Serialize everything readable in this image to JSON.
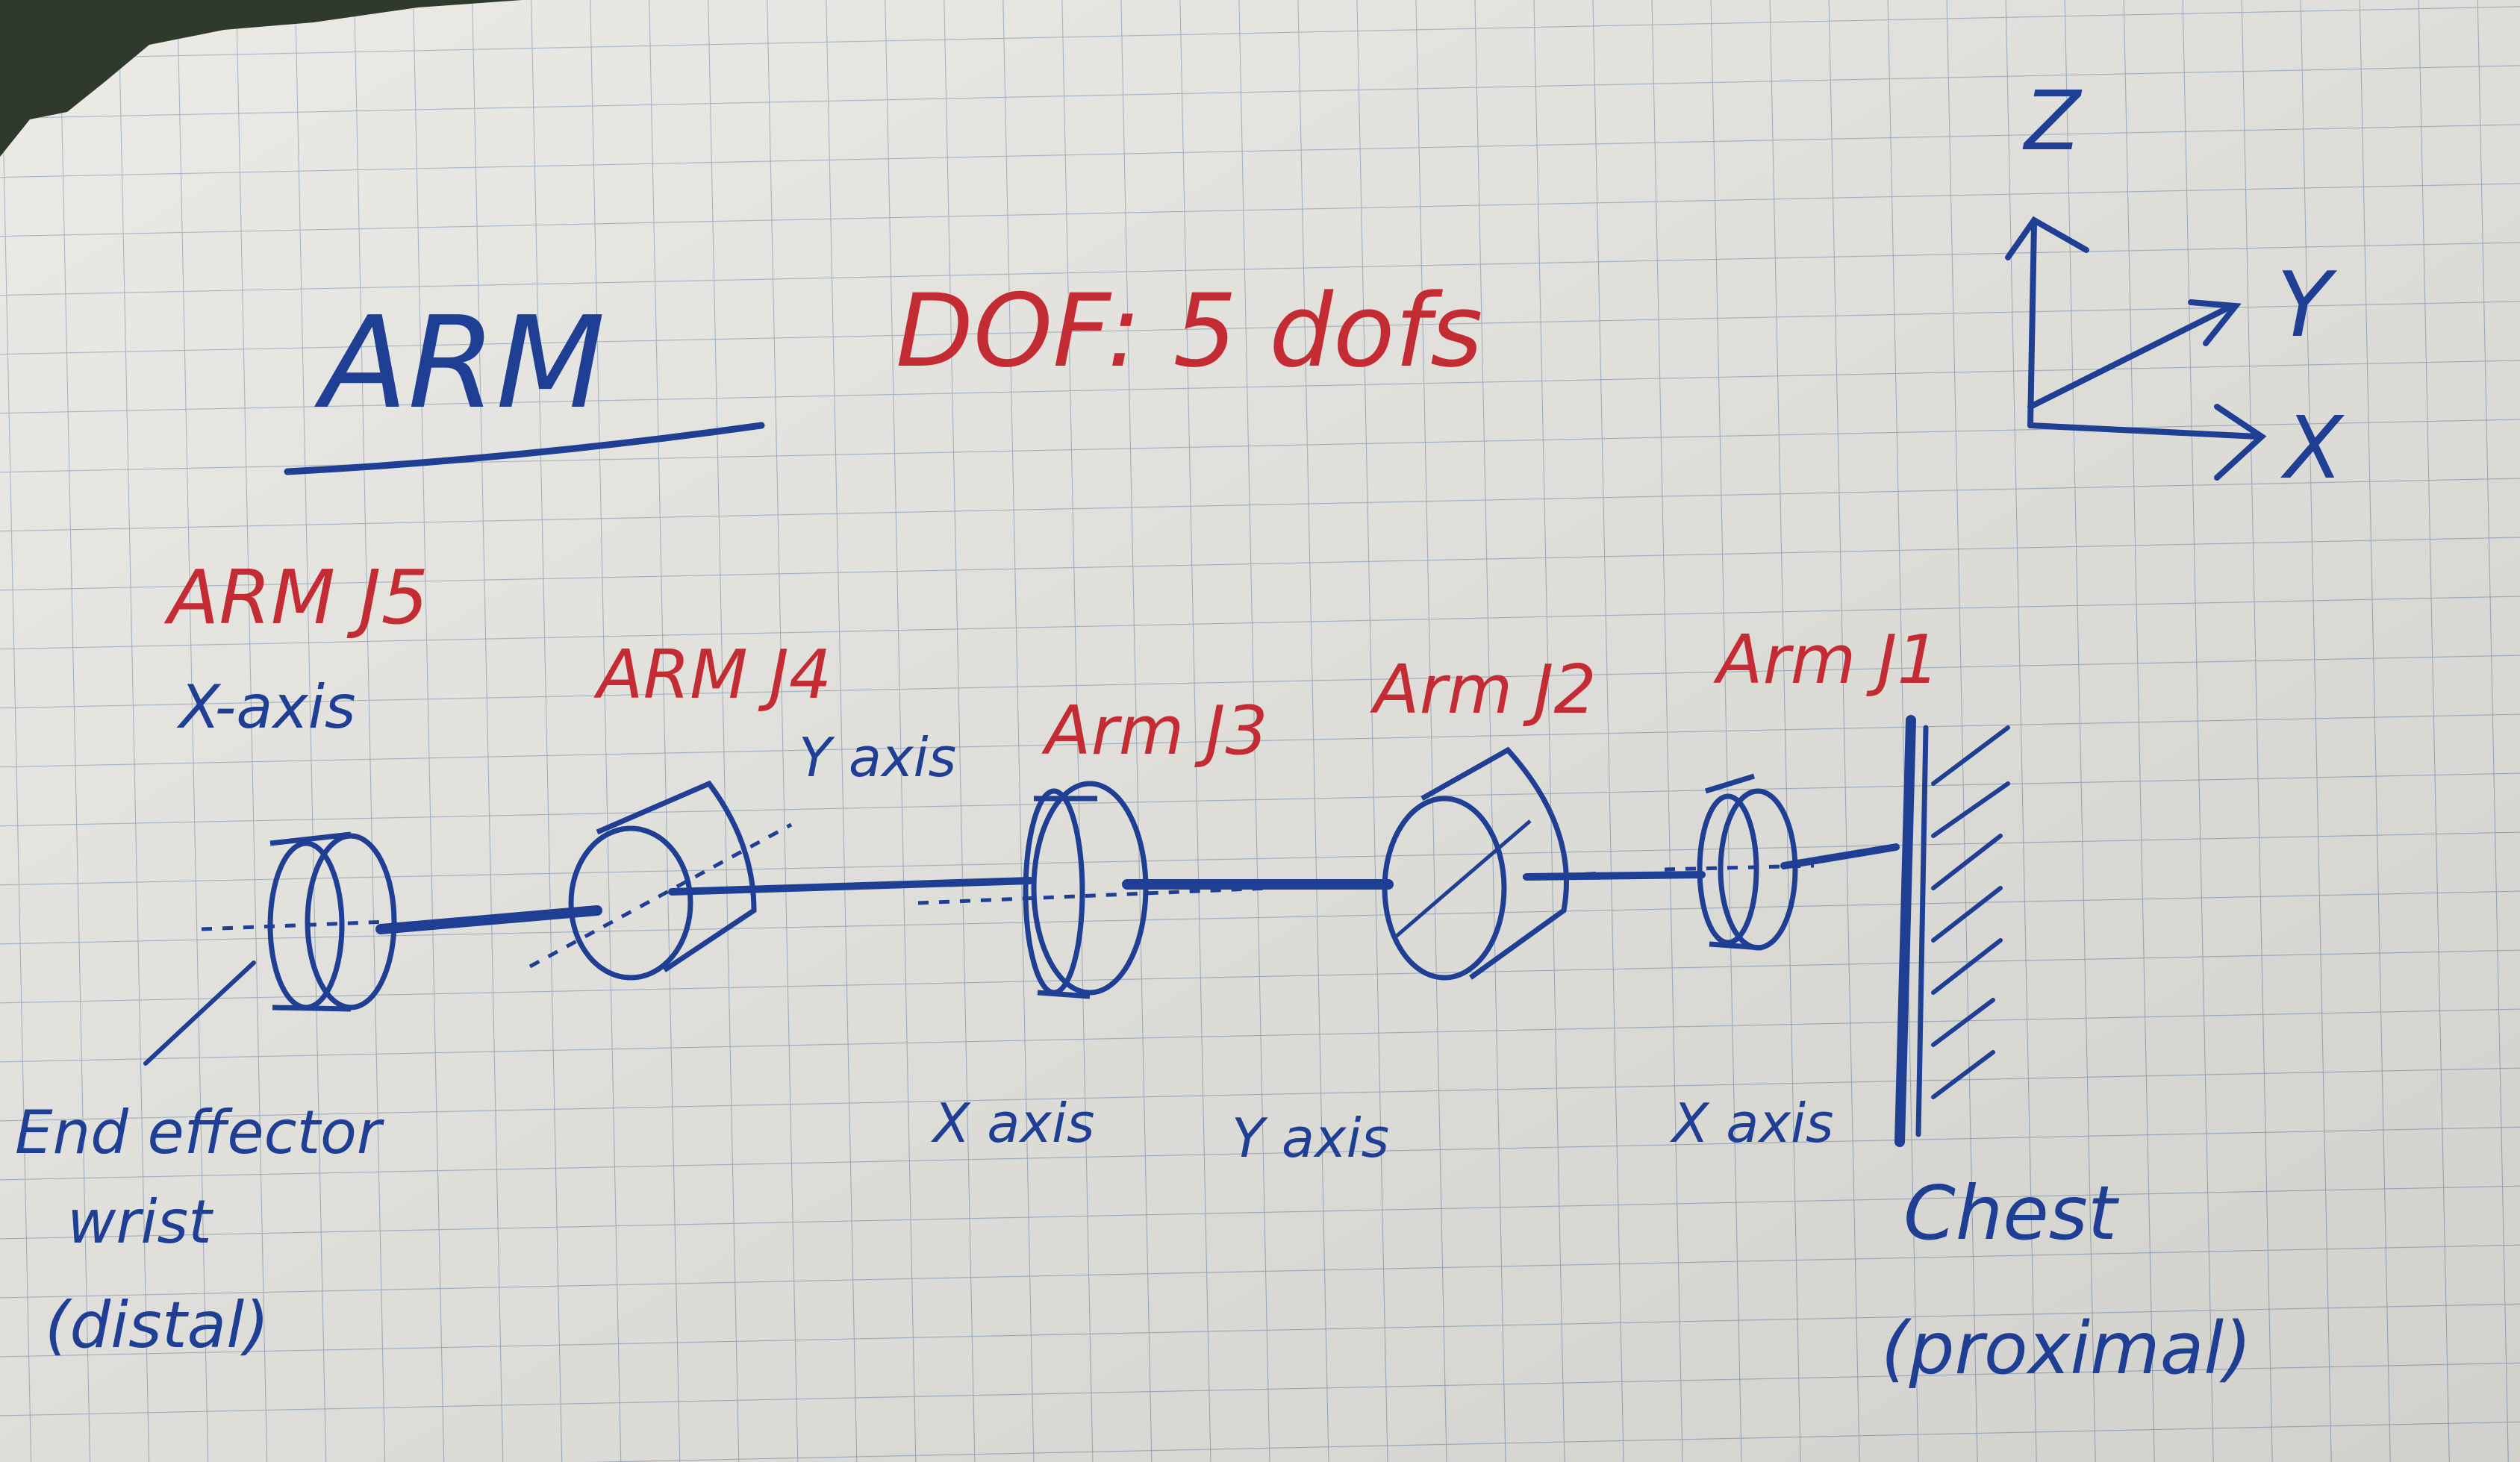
{
  "colors": {
    "paper": "#e9e8e3",
    "grid": "#9fb0c3",
    "blue_ink": "#1f3f95",
    "red_ink": "#c42c34",
    "background": "#2f3a2c"
  },
  "title": "ARM",
  "dof": "DOF: 5 dofs",
  "axes_triad": {
    "z": "Z",
    "y": "Y",
    "x": "X"
  },
  "joints": [
    {
      "id": "j5",
      "label": "ARM J5",
      "axis": "X-axis"
    },
    {
      "id": "j4",
      "label": "ARM J4",
      "axis": "Y axis"
    },
    {
      "id": "j3",
      "label": "Arm J3",
      "axis": "X axis"
    },
    {
      "id": "j2",
      "label": "Arm J2",
      "axis": "Y axis"
    },
    {
      "id": "j1",
      "label": "Arm J1",
      "axis": "X axis"
    }
  ],
  "end_effector": {
    "line1": "End effector",
    "line2": "wrist",
    "line3": "(distal)"
  },
  "base": {
    "line1": "Chest",
    "line2": "(proximal)"
  }
}
